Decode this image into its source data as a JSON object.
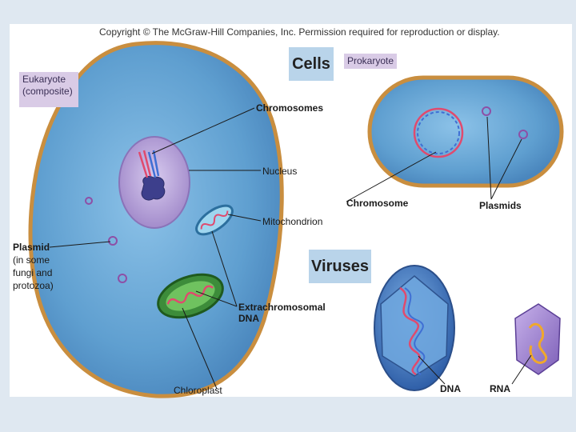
{
  "copyright": "Copyright © The McGraw-Hill Companies, Inc. Permission required for reproduction or display.",
  "headings": {
    "cells": "Cells",
    "viruses": "Viruses",
    "prokaryote": "Prokaryote",
    "eukaryote_line1": "Eukaryote",
    "eukaryote_line2": "(composite)"
  },
  "labels": {
    "chromosomes": "Chromosomes",
    "nucleus": "Nucleus",
    "mitochondrion": "Mitochondrion",
    "extrachromosomal_line1": "Extrachromosomal",
    "extrachromosomal_line2": "DNA",
    "chloroplast": "Chloroplast",
    "plasmid_title": "Plasmid",
    "plasmid_note_1": "(in some",
    "plasmid_note_2": "fungi and",
    "plasmid_note_3": "protozoa)",
    "chromosome": "Chromosome",
    "plasmids": "Plasmids",
    "dna": "DNA",
    "rna": "RNA"
  },
  "colors": {
    "page_bg": "#dfe8f1",
    "cell_fill": "#5f9fd0",
    "cell_border": "#c98e3f",
    "nucleus_fill": "#b7a3d8",
    "heading_box": "#b9d4ea",
    "label_box": "#d9cbe6"
  }
}
